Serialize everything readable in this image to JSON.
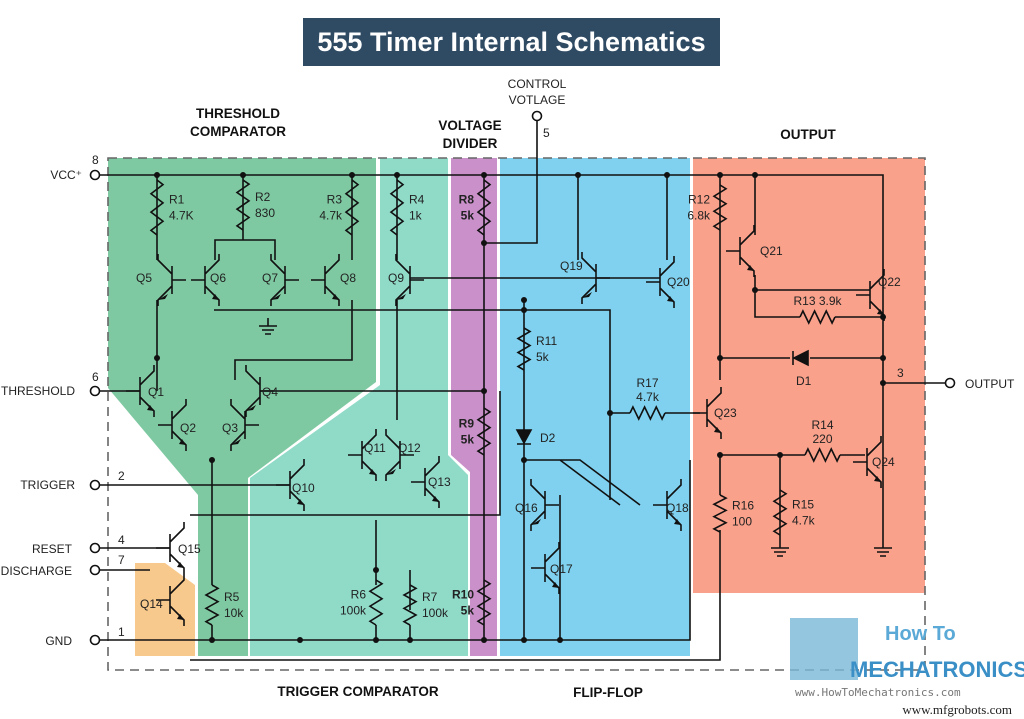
{
  "title": "555 Timer Internal Schematics",
  "colors": {
    "title_bg": "#2f4a63",
    "threshold_comparator": "#7fc9a2",
    "trigger_comparator": "#90dac8",
    "voltage_divider": "#c990c9",
    "flip_flop": "#7fd1ef",
    "output": "#f9a18b",
    "discharge": "#f8c98c"
  },
  "sections": {
    "threshold_comparator": [
      "THRESHOLD",
      "COMPARATOR"
    ],
    "voltage_divider": [
      "VOLTAGE",
      "DIVIDER"
    ],
    "output": "OUTPUT",
    "trigger_comparator": "TRIGGER COMPARATOR",
    "flip_flop": "FLIP-FLOP"
  },
  "control_voltage": {
    "label": [
      "CONTROL",
      "VOTLAGE"
    ],
    "pin": "5"
  },
  "pins": [
    {
      "name": "VCC⁺",
      "number": "8"
    },
    {
      "name": "THRESHOLD",
      "number": "6"
    },
    {
      "name": "TRIGGER",
      "number": "2"
    },
    {
      "name": "RESET",
      "number": "4"
    },
    {
      "name": "DISCHARGE",
      "number": "7"
    },
    {
      "name": "GND",
      "number": "1"
    },
    {
      "name": "OUTPUT",
      "number": "3"
    }
  ],
  "resistors": {
    "R1": [
      "R1",
      "4.7K"
    ],
    "R2": [
      "R2",
      "830"
    ],
    "R3": [
      "R3",
      "4.7k"
    ],
    "R4": [
      "R4",
      "1k"
    ],
    "R5": [
      "R5",
      "10k"
    ],
    "R6": [
      "R6",
      "100k"
    ],
    "R7": [
      "R7",
      "100k"
    ],
    "R8": [
      "R8",
      "5k"
    ],
    "R9": [
      "R9",
      "5k"
    ],
    "R10": [
      "R10",
      "5k"
    ],
    "R11": [
      "R11",
      "5k"
    ],
    "R12": [
      "R12",
      "6.8k"
    ],
    "R13": "R13 3.9k",
    "R14": [
      "R14",
      "220"
    ],
    "R15": [
      "R15",
      "4.7k"
    ],
    "R16": [
      "R16",
      "100"
    ],
    "R17": [
      "R17",
      "4.7k"
    ]
  },
  "transistors": [
    "Q1",
    "Q2",
    "Q3",
    "Q4",
    "Q5",
    "Q6",
    "Q7",
    "Q8",
    "Q9",
    "Q10",
    "Q11",
    "Q12",
    "Q13",
    "Q14",
    "Q15",
    "Q16",
    "Q17",
    "Q18",
    "Q19",
    "Q20",
    "Q21",
    "Q22",
    "Q23",
    "Q24"
  ],
  "diodes": [
    "D1",
    "D2"
  ],
  "logo": {
    "line1": "How To",
    "line2": "MECHATRONICS",
    "url": "www.HowToMechatronics.com"
  },
  "watermark": "www.mfgrobots.com"
}
